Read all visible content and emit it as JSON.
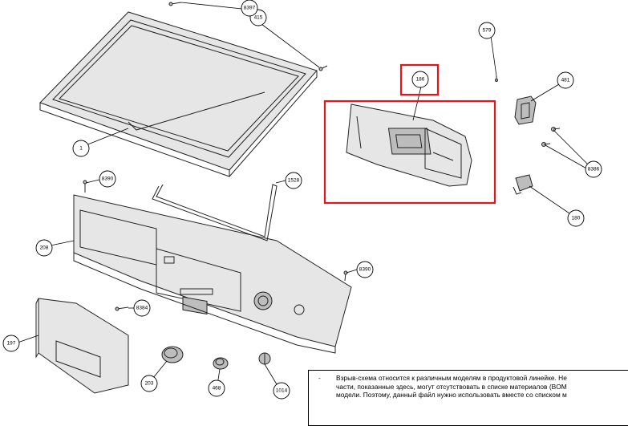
{
  "callouts": [
    {
      "id": "1",
      "label": "1"
    },
    {
      "id": "415",
      "label": "415"
    },
    {
      "id": "8397",
      "label": "8397"
    },
    {
      "id": "579",
      "label": "579"
    },
    {
      "id": "186",
      "label": "186"
    },
    {
      "id": "481",
      "label": "481"
    },
    {
      "id": "8386",
      "label": "8386"
    },
    {
      "id": "180",
      "label": "180"
    },
    {
      "id": "8390a",
      "label": "8390"
    },
    {
      "id": "1528",
      "label": "1528"
    },
    {
      "id": "208",
      "label": "208"
    },
    {
      "id": "8390b",
      "label": "8390"
    },
    {
      "id": "8384",
      "label": "8384"
    },
    {
      "id": "197",
      "label": "197"
    },
    {
      "id": "203",
      "label": "203"
    },
    {
      "id": "468",
      "label": "468"
    },
    {
      "id": "1014",
      "label": "1014"
    }
  ],
  "note": {
    "bullet": "-",
    "lines": [
      "Взрыв-схема относится к различным моделям в продуктовой линейке. Не",
      "части, показанные здесь, могут отсутствовать в списке материалов (BOM",
      "модели. Поэтому, данный файл нужно использовать вместе со списком м"
    ]
  },
  "highlight_color": "#e8141b"
}
